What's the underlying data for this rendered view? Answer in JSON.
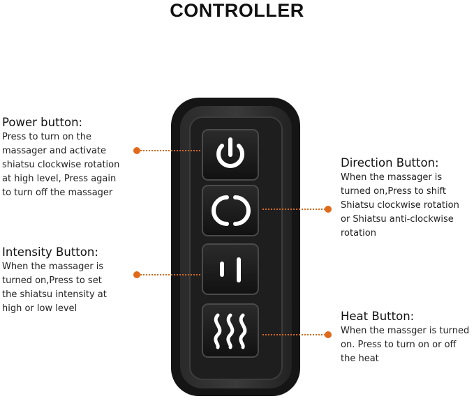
{
  "title": "CONTROLLER",
  "callouts": {
    "power": {
      "heading": "Power button:",
      "text": "Press to turn on the\nmassager and activate\nshiatsu clockwise rotation\nat high level, Press again\nto turn off the massager"
    },
    "intensity": {
      "heading": "Intensity Button:",
      "text": "When the massager is\nturned on,Press to set\nthe shiatsu intensity at\nhigh or low level"
    },
    "direction": {
      "heading": "Direction Button:",
      "text": "When the massager is\nturned on,Press to shift\nShiatsu clockwise rotation\nor Shiatsu anti-clockwise\nrotation"
    },
    "heat": {
      "heading": "Heat Button:",
      "text": "When the massger is turned\non. Press to turn on or off\nthe heat"
    }
  },
  "icons": [
    "power-icon",
    "rotation-icon",
    "intensity-icon",
    "heat-icon"
  ],
  "colors": {
    "accent": "#e06a1a",
    "device_body": "#1c1c1c",
    "button_face": "#151515",
    "icon": "#ffffff"
  }
}
